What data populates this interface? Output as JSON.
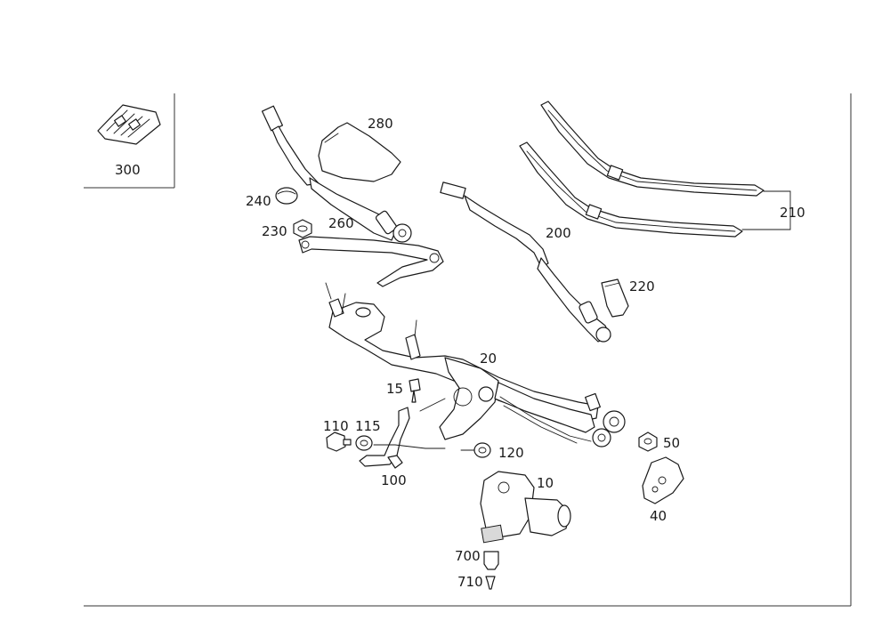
{
  "callouts": {
    "p300": "300",
    "p280": "280",
    "p240": "240",
    "p260": "260",
    "p230": "230",
    "p200": "200",
    "p210": "210",
    "p220": "220",
    "p20": "20",
    "p15": "15",
    "p110": "110",
    "p115": "115",
    "p100": "100",
    "p120": "120",
    "p50": "50",
    "p10": "10",
    "p40": "40",
    "p700": "700",
    "p710": "710"
  }
}
